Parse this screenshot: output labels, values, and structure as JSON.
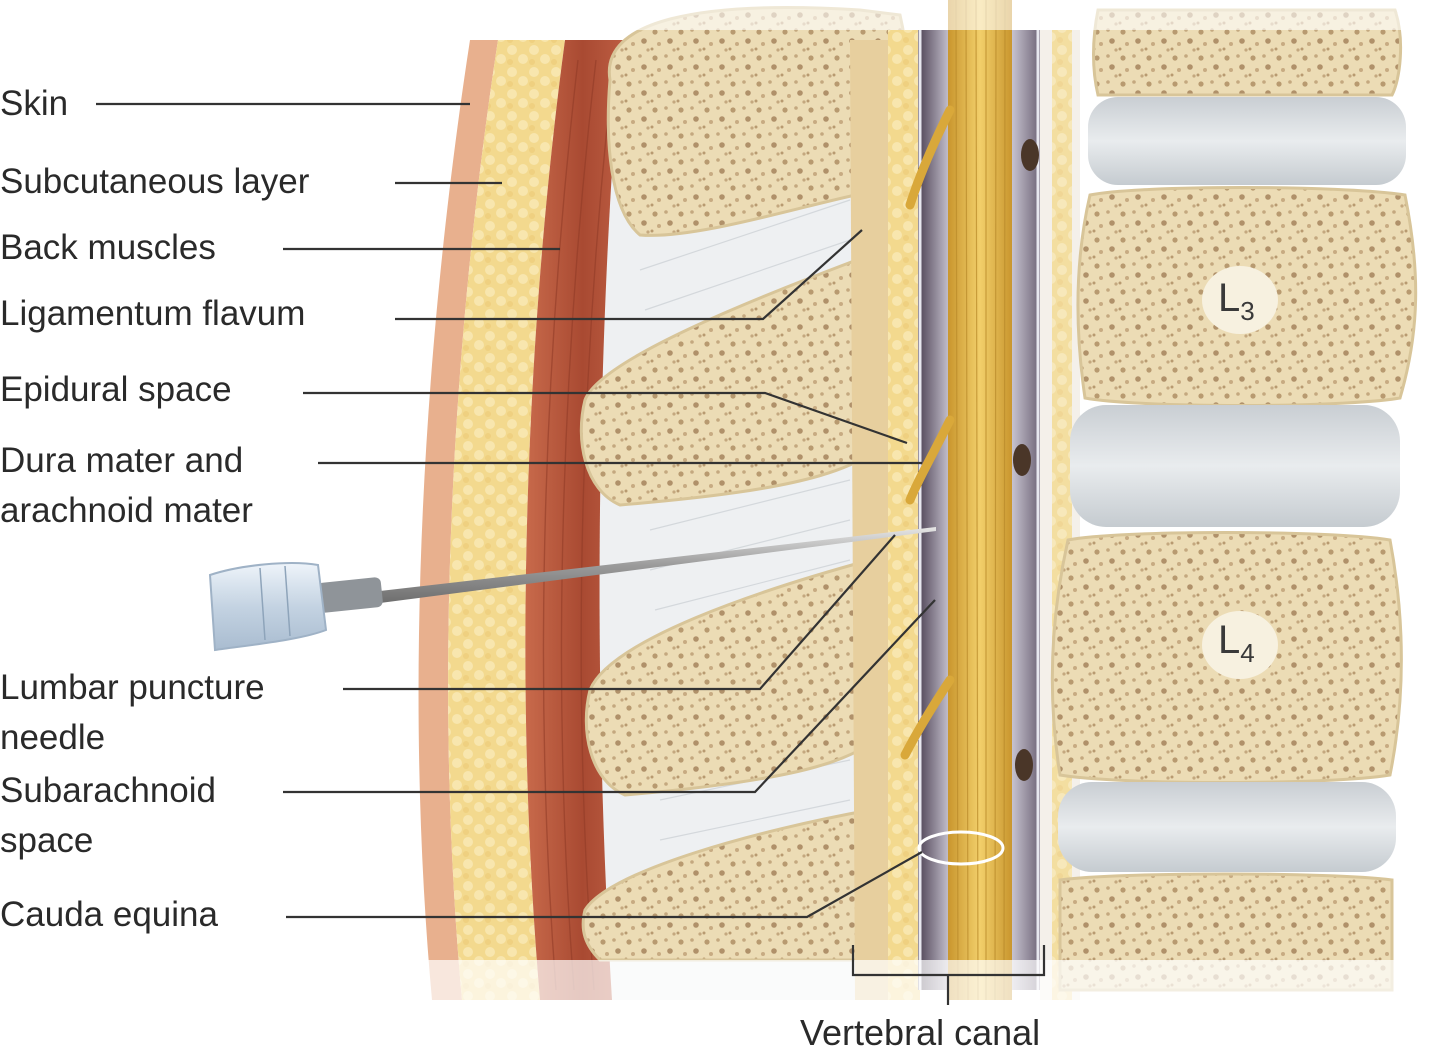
{
  "labels": [
    {
      "id": "skin",
      "lines": [
        "Skin"
      ]
    },
    {
      "id": "subcutaneous",
      "lines": [
        "Subcutaneous layer"
      ]
    },
    {
      "id": "muscles",
      "lines": [
        "Back muscles"
      ]
    },
    {
      "id": "ligamentum",
      "lines": [
        "Ligamentum flavum"
      ]
    },
    {
      "id": "epidural",
      "lines": [
        "Epidural space"
      ]
    },
    {
      "id": "dura",
      "lines": [
        "Dura mater and",
        "arachnoid mater"
      ]
    },
    {
      "id": "needle",
      "lines": [
        "Lumbar puncture",
        "needle"
      ]
    },
    {
      "id": "subarachnoid",
      "lines": [
        "Subarachnoid",
        "space"
      ]
    },
    {
      "id": "cauda",
      "lines": [
        "Cauda equina"
      ]
    }
  ],
  "canal_label": "Vertebral canal",
  "vertebrae": [
    {
      "letter": "L",
      "sub": "3"
    },
    {
      "letter": "L",
      "sub": "4"
    }
  ],
  "colors": {
    "bone": "#ecdcb5",
    "bone_speckle": "#b89a70",
    "disc": "#d8dde0",
    "fat": "#f1d68f",
    "muscle": "#b95a3e",
    "ligament": "#eef0f2",
    "nerve": "#e2b64c",
    "dura": "#6a5a6e",
    "leader": "#333333"
  }
}
